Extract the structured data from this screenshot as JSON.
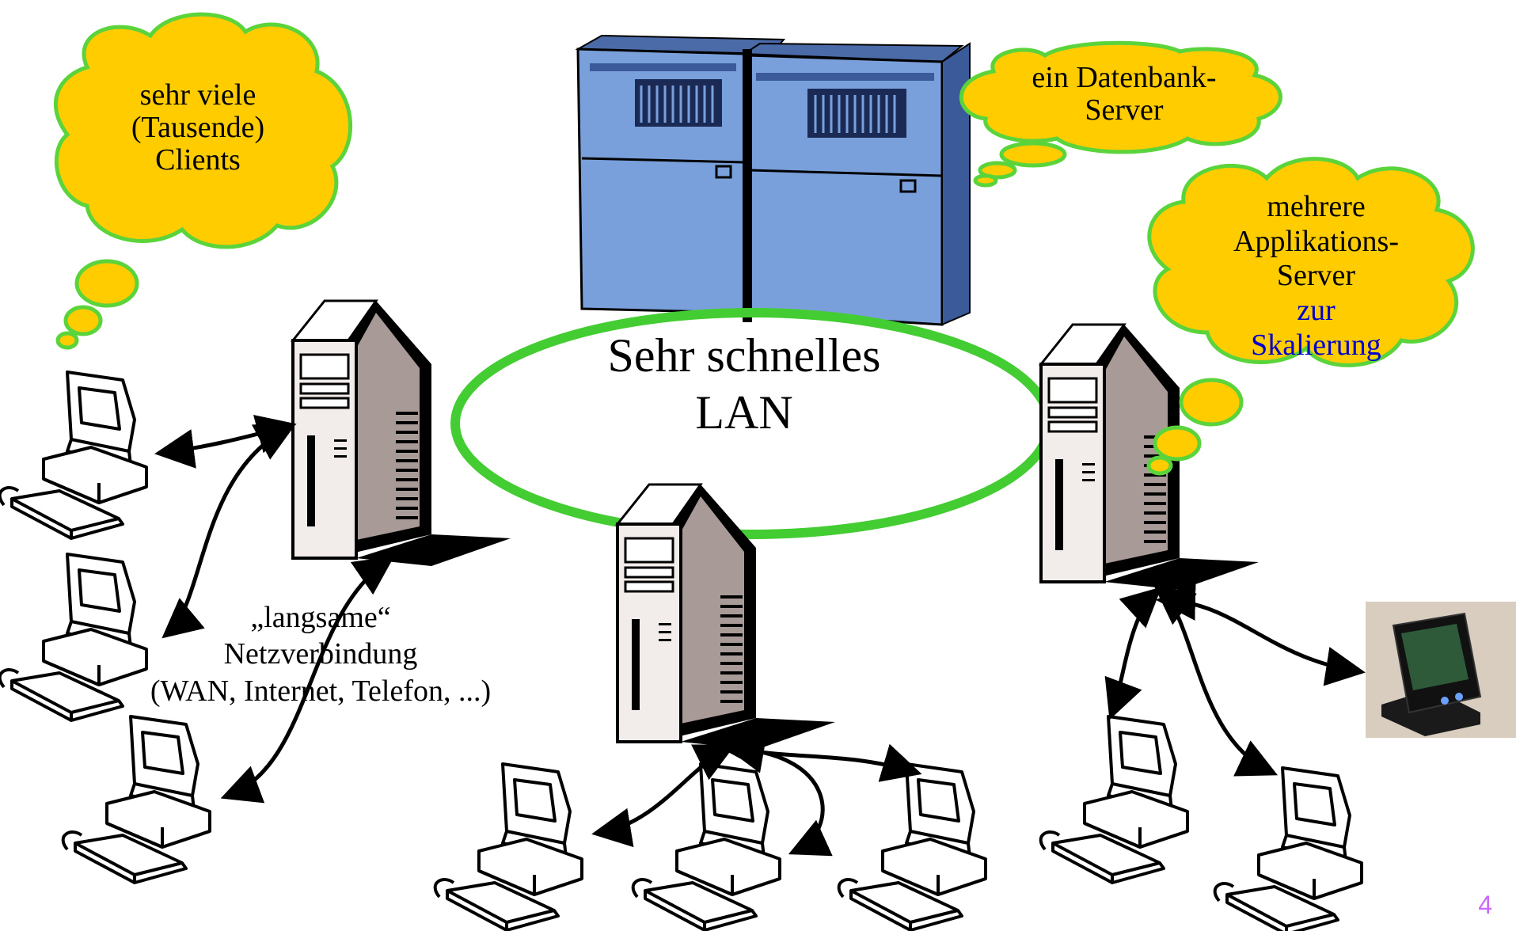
{
  "diagram": {
    "lan_label": [
      "Sehr schnelles",
      "LAN"
    ],
    "clients_cloud": [
      "sehr viele",
      "(Tausende)",
      "Clients"
    ],
    "db_cloud": [
      "ein Datenbank-",
      "Server"
    ],
    "app_cloud": [
      "mehrere",
      "Applikations-",
      "Server"
    ],
    "app_cloud_highlight": [
      "zur",
      "Skalierung"
    ],
    "wan_label": [
      "„langsame“",
      "Netzverbindung",
      "(WAN, Internet, Telefon, ...)"
    ],
    "page_number": "4"
  },
  "colors": {
    "cloud_fill": "#ffcc00",
    "cloud_stroke": "#5ad43a",
    "lan_ring": "#44cc33",
    "db_server": "#7aa0dc",
    "highlight_text": "#0000cc",
    "page_number": "#cc66ff"
  },
  "icons": [
    "database-server-icon",
    "tower-server-icon",
    "client-pc-icon",
    "pda-icon"
  ]
}
